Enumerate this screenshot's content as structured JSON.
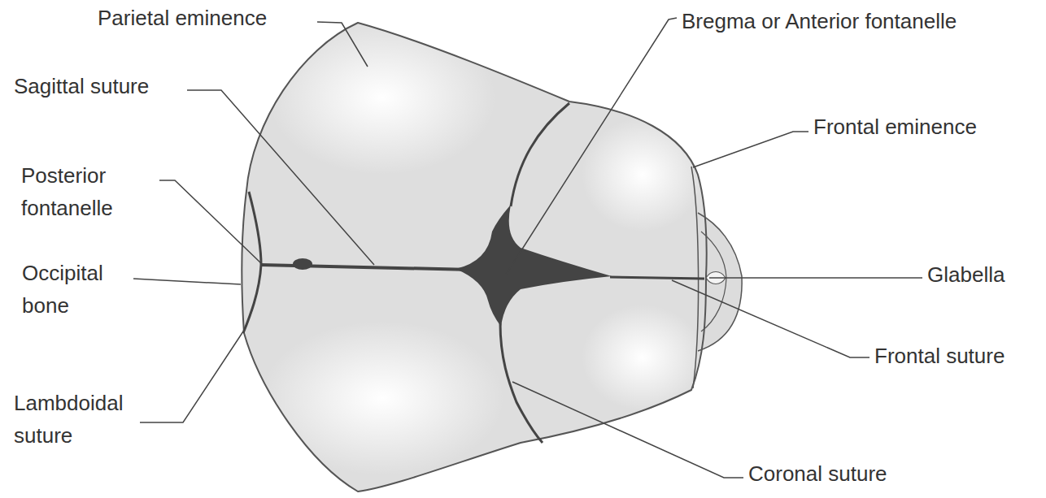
{
  "diagram": {
    "labels": [
      "Parietal eminence",
      "Sagittal suture",
      "Posterior fontanelle",
      "Occipital bone",
      "Lambdoidal suture",
      "Bregma or Anterior fontanelle",
      "Frontal eminence",
      "Glabella",
      "Frontal suture",
      "Coronal suture"
    ]
  }
}
